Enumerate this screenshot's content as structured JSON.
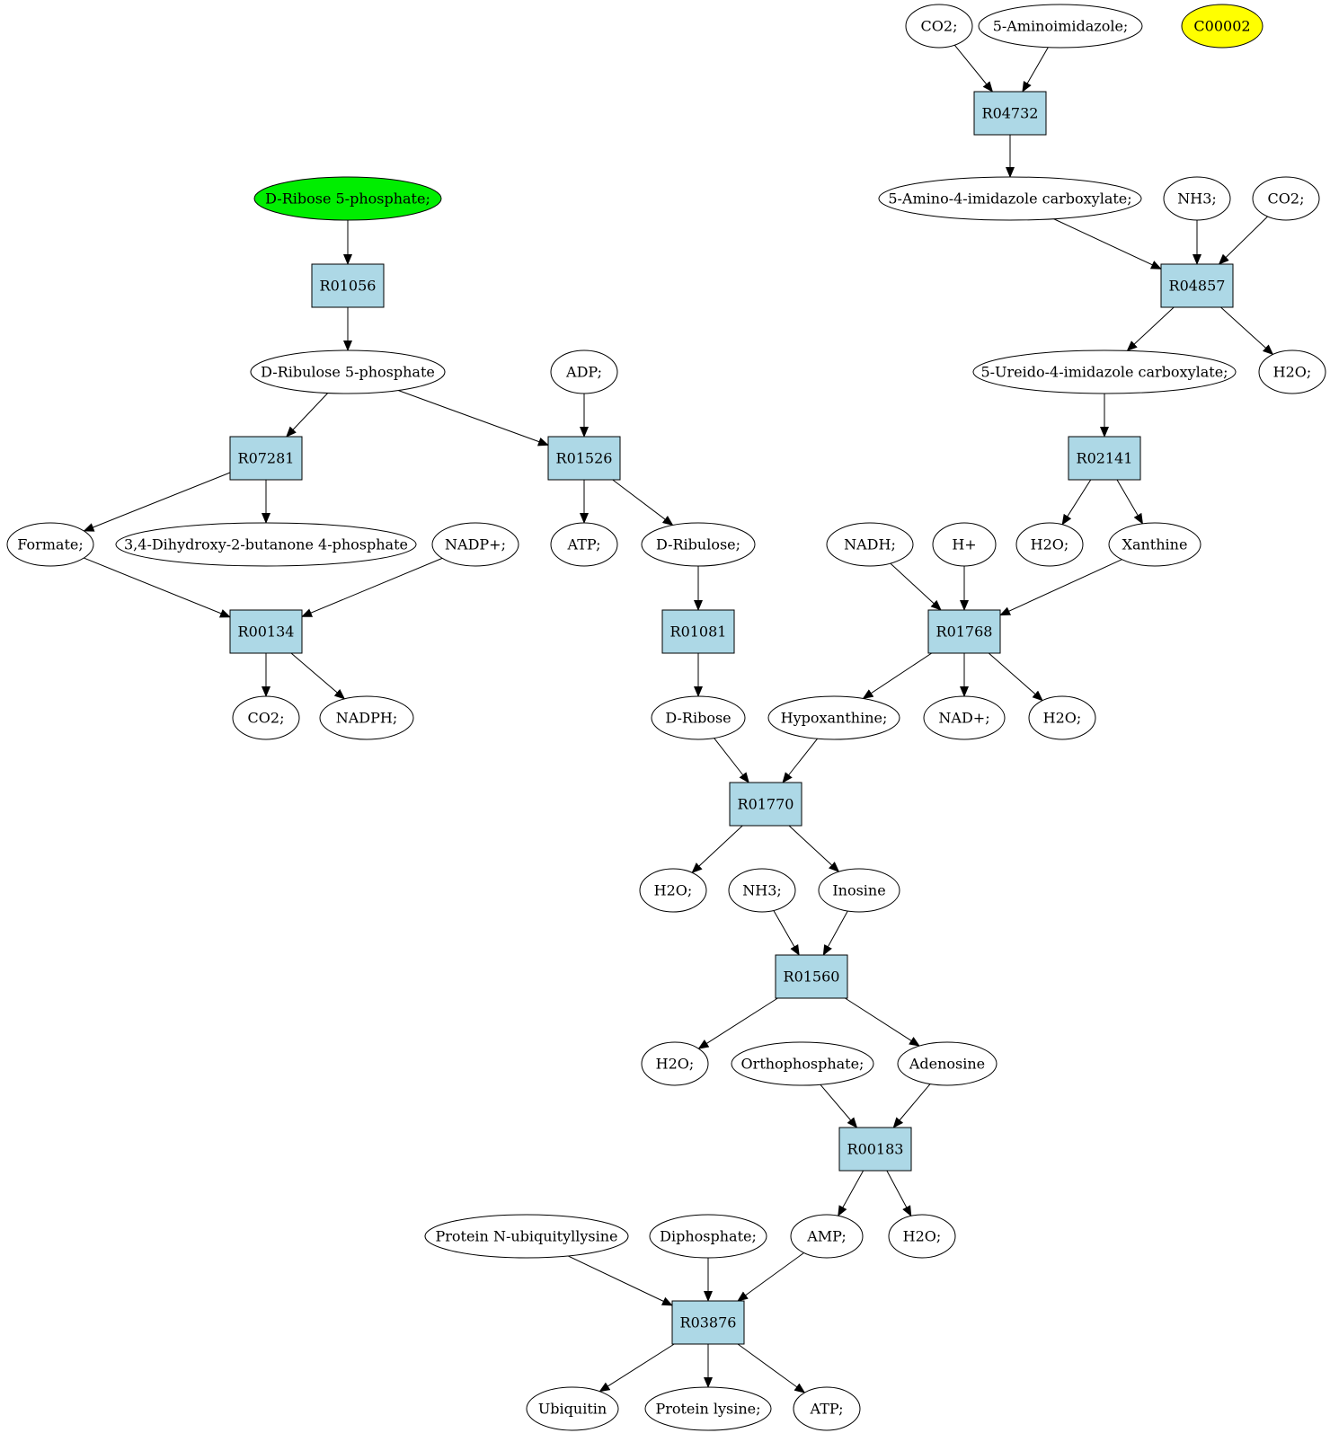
{
  "colors": {
    "start_fill": "#00ee00",
    "target_fill": "#ffff00",
    "compound_fill": "#ffffff",
    "reaction_fill": "#add8e6",
    "stroke": "#000000"
  },
  "nodes": [
    {
      "id": "r04732",
      "kind": "reaction",
      "label": "R04732"
    },
    {
      "id": "r04857",
      "kind": "reaction",
      "label": "R04857"
    },
    {
      "id": "r02141",
      "kind": "reaction",
      "label": "R02141"
    },
    {
      "id": "r01056",
      "kind": "reaction",
      "label": "R01056"
    },
    {
      "id": "r07281",
      "kind": "reaction",
      "label": "R07281"
    },
    {
      "id": "r01526",
      "kind": "reaction",
      "label": "R01526"
    },
    {
      "id": "r00134",
      "kind": "reaction",
      "label": "R00134"
    },
    {
      "id": "r01081",
      "kind": "reaction",
      "label": "R01081"
    },
    {
      "id": "r01768",
      "kind": "reaction",
      "label": "R01768"
    },
    {
      "id": "r01770",
      "kind": "reaction",
      "label": "R01770"
    },
    {
      "id": "r01560",
      "kind": "reaction",
      "label": "R01560"
    },
    {
      "id": "r00183",
      "kind": "reaction",
      "label": "R00183"
    },
    {
      "id": "r03876",
      "kind": "reaction",
      "label": "R03876"
    },
    {
      "id": "co2_top",
      "kind": "compound",
      "label": "CO2;"
    },
    {
      "id": "aminoimidazole",
      "kind": "compound",
      "label": "5-Aminoimidazole;"
    },
    {
      "id": "c00002",
      "kind": "target",
      "label": "C00002"
    },
    {
      "id": "amino_carbox",
      "kind": "compound",
      "label": "5-Amino-4-imidazole carboxylate;"
    },
    {
      "id": "nh3_top",
      "kind": "compound",
      "label": "NH3;"
    },
    {
      "id": "co2_r2",
      "kind": "compound",
      "label": "CO2;"
    },
    {
      "id": "ureido",
      "kind": "compound",
      "label": "5-Ureido-4-imidazole carboxylate;"
    },
    {
      "id": "h2o_r04857",
      "kind": "compound",
      "label": "H2O;"
    },
    {
      "id": "h2o_r02141",
      "kind": "compound",
      "label": "H2O;"
    },
    {
      "id": "xanthine",
      "kind": "compound",
      "label": "Xanthine"
    },
    {
      "id": "dr5p",
      "kind": "start",
      "label": "D-Ribose 5-phosphate;"
    },
    {
      "id": "dru5p",
      "kind": "compound",
      "label": "D-Ribulose 5-phosphate"
    },
    {
      "id": "adp",
      "kind": "compound",
      "label": "ADP;"
    },
    {
      "id": "formate",
      "kind": "compound",
      "label": "Formate;"
    },
    {
      "id": "dhbp",
      "kind": "compound",
      "label": "3,4-Dihydroxy-2-butanone 4-phosphate"
    },
    {
      "id": "nadp",
      "kind": "compound",
      "label": "NADP+;"
    },
    {
      "id": "atp_r01526",
      "kind": "compound",
      "label": "ATP;"
    },
    {
      "id": "dribulose",
      "kind": "compound",
      "label": "D-Ribulose;"
    },
    {
      "id": "nadh",
      "kind": "compound",
      "label": "NADH;"
    },
    {
      "id": "hplus",
      "kind": "compound",
      "label": "H+"
    },
    {
      "id": "co2_r00134",
      "kind": "compound",
      "label": "CO2;"
    },
    {
      "id": "nadph",
      "kind": "compound",
      "label": "NADPH;"
    },
    {
      "id": "dribose",
      "kind": "compound",
      "label": "D-Ribose"
    },
    {
      "id": "hypoxanthine",
      "kind": "compound",
      "label": "Hypoxanthine;"
    },
    {
      "id": "nad",
      "kind": "compound",
      "label": "NAD+;"
    },
    {
      "id": "h2o_r01768",
      "kind": "compound",
      "label": "H2O;"
    },
    {
      "id": "h2o_r01770",
      "kind": "compound",
      "label": "H2O;"
    },
    {
      "id": "nh3_mid",
      "kind": "compound",
      "label": "NH3;"
    },
    {
      "id": "inosine",
      "kind": "compound",
      "label": "Inosine"
    },
    {
      "id": "h2o_r01560",
      "kind": "compound",
      "label": "H2O;"
    },
    {
      "id": "orthophosphate",
      "kind": "compound",
      "label": "Orthophosphate;"
    },
    {
      "id": "adenosine",
      "kind": "compound",
      "label": "Adenosine"
    },
    {
      "id": "protein_ub",
      "kind": "compound",
      "label": "Protein N-ubiquityllysine"
    },
    {
      "id": "diphosphate",
      "kind": "compound",
      "label": "Diphosphate;"
    },
    {
      "id": "amp",
      "kind": "compound",
      "label": "AMP;"
    },
    {
      "id": "h2o_r00183",
      "kind": "compound",
      "label": "H2O;"
    },
    {
      "id": "ubiquitin",
      "kind": "compound",
      "label": "Ubiquitin"
    },
    {
      "id": "protein_lys",
      "kind": "compound",
      "label": "Protein lysine;"
    },
    {
      "id": "atp_bottom",
      "kind": "compound",
      "label": "ATP;"
    }
  ],
  "edges": [
    [
      "co2_top",
      "r04732"
    ],
    [
      "aminoimidazole",
      "r04732"
    ],
    [
      "r04732",
      "amino_carbox"
    ],
    [
      "amino_carbox",
      "r04857"
    ],
    [
      "nh3_top",
      "r04857"
    ],
    [
      "co2_r2",
      "r04857"
    ],
    [
      "r04857",
      "ureido"
    ],
    [
      "r04857",
      "h2o_r04857"
    ],
    [
      "ureido",
      "r02141"
    ],
    [
      "r02141",
      "h2o_r02141"
    ],
    [
      "r02141",
      "xanthine"
    ],
    [
      "dr5p",
      "r01056"
    ],
    [
      "r01056",
      "dru5p"
    ],
    [
      "dru5p",
      "r07281"
    ],
    [
      "dru5p",
      "r01526"
    ],
    [
      "adp",
      "r01526"
    ],
    [
      "r07281",
      "formate"
    ],
    [
      "r07281",
      "dhbp"
    ],
    [
      "r01526",
      "atp_r01526"
    ],
    [
      "r01526",
      "dribulose"
    ],
    [
      "formate",
      "r00134"
    ],
    [
      "nadp",
      "r00134"
    ],
    [
      "r00134",
      "co2_r00134"
    ],
    [
      "r00134",
      "nadph"
    ],
    [
      "dribulose",
      "r01081"
    ],
    [
      "r01081",
      "dribose"
    ],
    [
      "nadh",
      "r01768"
    ],
    [
      "hplus",
      "r01768"
    ],
    [
      "xanthine",
      "r01768"
    ],
    [
      "r01768",
      "hypoxanthine"
    ],
    [
      "r01768",
      "nad"
    ],
    [
      "r01768",
      "h2o_r01768"
    ],
    [
      "dribose",
      "r01770"
    ],
    [
      "hypoxanthine",
      "r01770"
    ],
    [
      "r01770",
      "h2o_r01770"
    ],
    [
      "r01770",
      "inosine"
    ],
    [
      "nh3_mid",
      "r01560"
    ],
    [
      "inosine",
      "r01560"
    ],
    [
      "r01560",
      "h2o_r01560"
    ],
    [
      "r01560",
      "adenosine"
    ],
    [
      "orthophosphate",
      "r00183"
    ],
    [
      "adenosine",
      "r00183"
    ],
    [
      "r00183",
      "amp"
    ],
    [
      "r00183",
      "h2o_r00183"
    ],
    [
      "protein_ub",
      "r03876"
    ],
    [
      "diphosphate",
      "r03876"
    ],
    [
      "amp",
      "r03876"
    ],
    [
      "r03876",
      "ubiquitin"
    ],
    [
      "r03876",
      "protein_lys"
    ],
    [
      "r03876",
      "atp_bottom"
    ]
  ]
}
